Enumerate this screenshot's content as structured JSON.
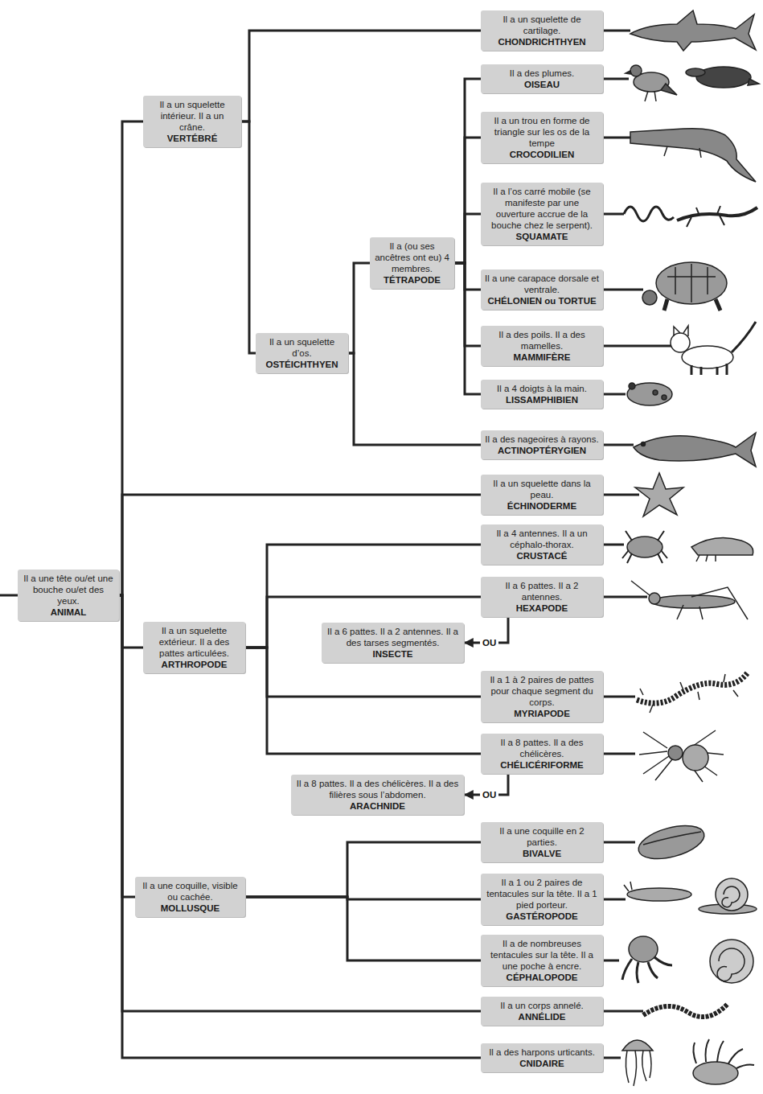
{
  "diagram": {
    "nodes": [
      {
        "text": [
          "Il a une tête ou/et une bouche ou/et des yeux.",
          "ANIMAL"
        ]
      },
      {
        "text": [
          "Il a un squelette intérieur. Il a un crâne.",
          "VERTÉBRÉ"
        ]
      },
      {
        "text": [
          "Il a un squelette de cartilage.",
          "CHONDRICHTHYEN"
        ]
      },
      {
        "text": [
          "Il a un squelette d’os.",
          "OSTÉICHTHYEN"
        ]
      },
      {
        "text": [
          "Il a (ou ses ancêtres ont eu) 4 membres.",
          "TÉTRAPODE"
        ]
      },
      {
        "text": [
          "Il a des plumes.",
          "OISEAU"
        ]
      },
      {
        "text": [
          "Il a un trou en forme de triangle sur les os de la tempe",
          "CROCODILIEN"
        ]
      },
      {
        "text": [
          "Il a l’os carré mobile (se manifeste par une ouverture accrue de la bouche chez le serpent).",
          "SQUAMATE"
        ]
      },
      {
        "text": [
          "Il a une carapace dorsale et ventrale.",
          "CHÉLONIEN ou TORTUE"
        ]
      },
      {
        "text": [
          "Il a des poils. Il a des mamelles.",
          "MAMMIFÈRE"
        ]
      },
      {
        "text": [
          "Il a 4 doigts à la main.",
          "LISSAMPHIBIEN"
        ]
      },
      {
        "text": [
          "Il a des nageoires à rayons.",
          "ACTINOPTÉRYGIEN"
        ]
      },
      {
        "text": [
          "Il a un squelette dans la peau.",
          "ÉCHINODERME"
        ]
      },
      {
        "text": [
          "Il a un squelette extérieur. Il a des pattes articulées.",
          "ARTHROPODE"
        ]
      },
      {
        "text": [
          "Il a 4 antennes. Il a un céphalo-thorax.",
          "CRUSTACÉ"
        ]
      },
      {
        "text": [
          "Il a 6 pattes. Il a 2 antennes.",
          "HEXAPODE"
        ]
      },
      {
        "text": [
          "Il a 6 pattes. Il a 2 antennes. Il a des tarses segmentés.",
          "INSECTE"
        ]
      },
      {
        "text": [
          "Il a 1 à 2 paires de pattes pour chaque segment du corps.",
          "MYRIAPODE"
        ]
      },
      {
        "text": [
          "Il a 8 pattes. Il a des chélicères.",
          "CHÉLICÉRIFORME"
        ]
      },
      {
        "text": [
          "Il a 8 pattes. Il a des chélicères. Il a des filières sous l’abdomen.",
          "ARACHNIDE"
        ]
      },
      {
        "text": [
          "Il a une coquille, visible ou cachée.",
          "MOLLUSQUE"
        ]
      },
      {
        "text": [
          "Il a une coquille en 2 parties.",
          "BIVALVE"
        ]
      },
      {
        "text": [
          "Il a 1 ou 2 paires de tentacules sur la tête. Il a 1 pied porteur.",
          "GASTÉROPODE"
        ]
      },
      {
        "text": [
          "Il a de nombreuses tentacules sur la tête. Il a une poche à encre.",
          "CÉPHALOPODE"
        ]
      },
      {
        "text": [
          "Il a un corps annelé.",
          "ANNÉLIDE"
        ]
      },
      {
        "text": [
          "Il a des harpons urticants.",
          "CNIDAIRE"
        ]
      }
    ],
    "edges": [
      {
        "from": 0,
        "to": 1,
        "arrow": "none"
      },
      {
        "from": 0,
        "to": 12,
        "arrow": "none"
      },
      {
        "from": 0,
        "to": 13,
        "arrow": "none"
      },
      {
        "from": 0,
        "to": 20,
        "arrow": "none"
      },
      {
        "from": 0,
        "to": 24,
        "arrow": "none"
      },
      {
        "from": 0,
        "to": 25,
        "arrow": "none"
      },
      {
        "from": 1,
        "to": 2,
        "arrow": "none"
      },
      {
        "from": 1,
        "to": 3,
        "arrow": "none"
      },
      {
        "from": 3,
        "to": 4,
        "arrow": "none"
      },
      {
        "from": 3,
        "to": 11,
        "arrow": "none"
      },
      {
        "from": 4,
        "to": 5,
        "arrow": "none"
      },
      {
        "from": 4,
        "to": 6,
        "arrow": "none"
      },
      {
        "from": 4,
        "to": 7,
        "arrow": "none"
      },
      {
        "from": 4,
        "to": 8,
        "arrow": "none"
      },
      {
        "from": 4,
        "to": 9,
        "arrow": "none"
      },
      {
        "from": 4,
        "to": 10,
        "arrow": "none"
      },
      {
        "from": 13,
        "to": 14,
        "arrow": "none"
      },
      {
        "from": 13,
        "to": 15,
        "arrow": "none"
      },
      {
        "from": 13,
        "to": 17,
        "arrow": "none"
      },
      {
        "from": 13,
        "to": 18,
        "arrow": "none"
      },
      {
        "from": 15,
        "to": 16,
        "label": "OU",
        "arrow": "to"
      },
      {
        "from": 18,
        "to": 19,
        "label": "OU",
        "arrow": "to"
      },
      {
        "from": 20,
        "to": 21,
        "arrow": "none"
      },
      {
        "from": 20,
        "to": 22,
        "arrow": "none"
      },
      {
        "from": 20,
        "to": 23,
        "arrow": "none"
      }
    ]
  }
}
